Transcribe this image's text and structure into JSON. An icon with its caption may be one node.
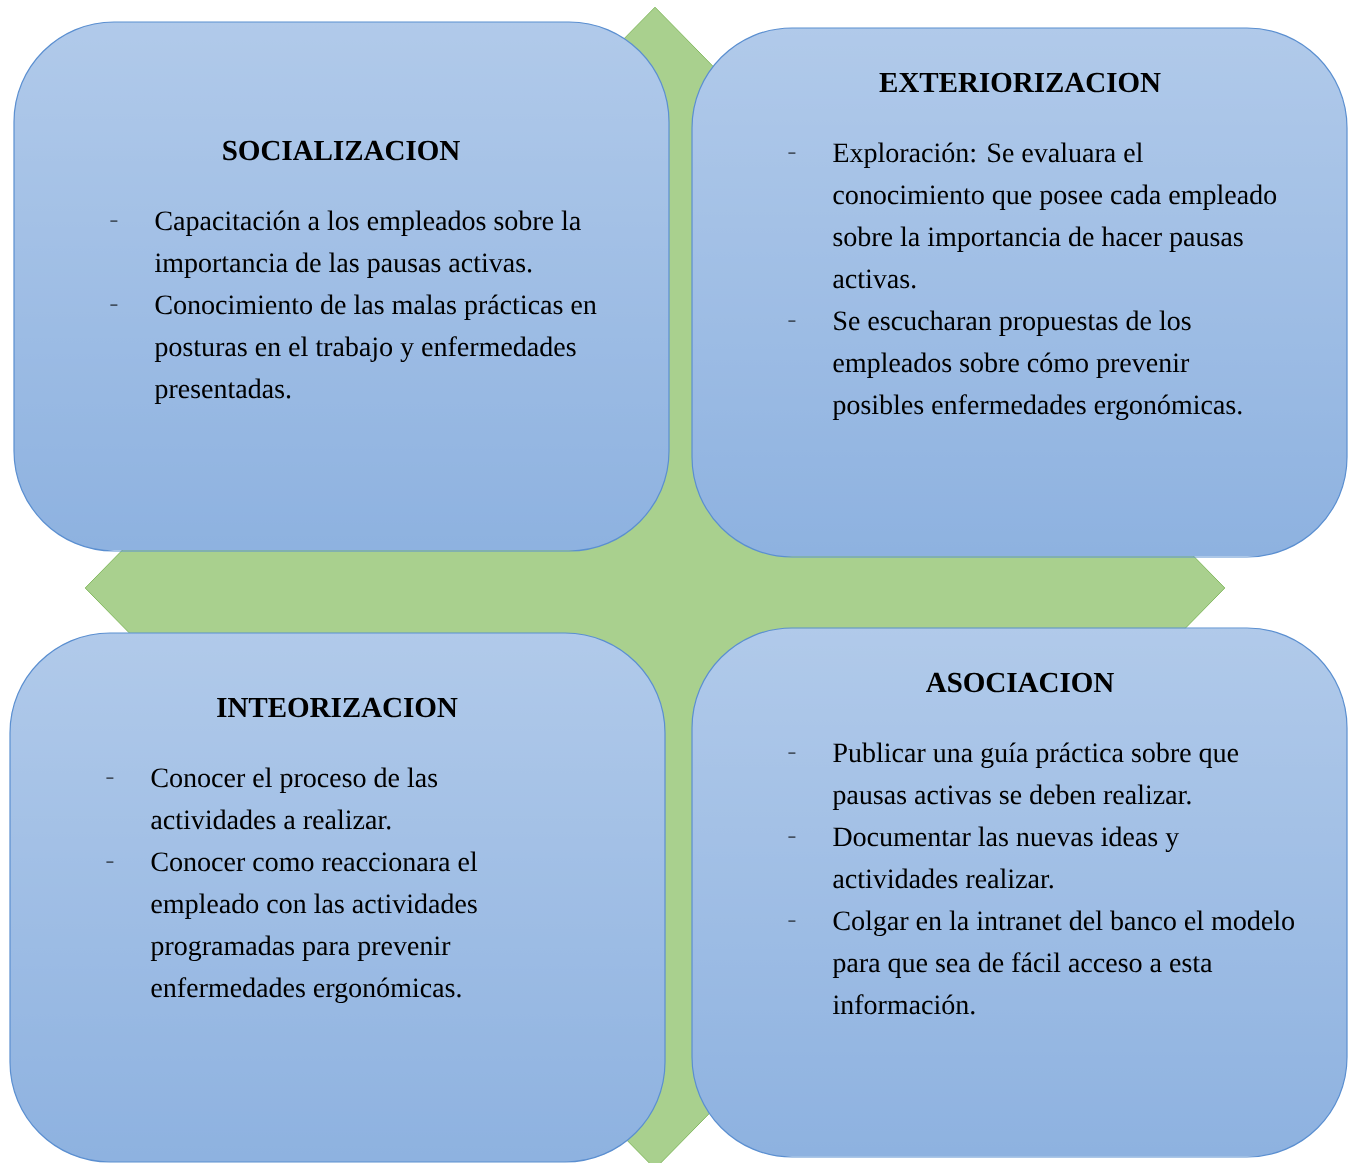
{
  "diagram": {
    "nodes": [
      {
        "text": [],
        "shape": "diamond"
      },
      {
        "text": [
          "SOCIALIZACION",
          "Capacitación a los empleados sobre la importancia de las pausas activas.",
          "Conocimiento de las malas prácticas en posturas en el trabajo y enfermedades presentadas."
        ]
      },
      {
        "text": [
          "EXTERIORIZACION",
          "Exploración: Se evaluara el conocimiento que posee cada empleado sobre la importancia de hacer pausas activas.",
          "Se escucharan propuestas de los empleados sobre cómo prevenir posibles enfermedades ergonómicas."
        ]
      },
      {
        "text": [
          "INTEORIZACION",
          "Conocer el proceso de las actividades a realizar.",
          "Conocer como reaccionara el empleado con las actividades programadas para prevenir enfermedades ergonómicas."
        ]
      },
      {
        "text": [
          "ASOCIACION",
          "Publicar una guía práctica sobre que pausas activas se deben realizar.",
          "Documentar las nuevas ideas y actividades realizar.",
          "Colgar en la intranet del banco el modelo para que sea de fácil acceso a esta información."
        ]
      }
    ]
  }
}
